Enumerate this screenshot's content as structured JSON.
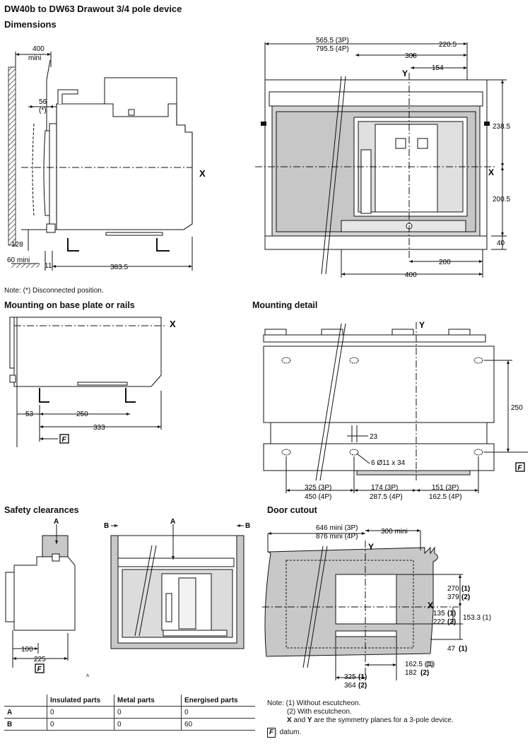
{
  "title": "DW40b to DW63 Drawout 3/4 pole device",
  "subtitle": "Dimensions",
  "sections": {
    "mounting_base": "Mounting on base plate or rails",
    "mounting_detail": "Mounting detail",
    "safety": "Safety clearances",
    "door": "Door cutout"
  },
  "note_disconnected": "Note: (*)  Disconnected position.",
  "side_view": {
    "d400": "400",
    "mini": "mini",
    "d56": "56",
    "star": "(*)",
    "d128": "128",
    "d60mini": "60 mini",
    "d11": "11",
    "d383": "383.5",
    "x": "X"
  },
  "front_view": {
    "d565": "565.5 (3P)",
    "d795": "795.5 (4P)",
    "d220": "220.5",
    "d308": "308",
    "d154": "154",
    "y": "Y",
    "x": "X",
    "d238": "238.5",
    "d200v": "200.5",
    "d40": "40",
    "d200": "200",
    "d400": "400"
  },
  "mount_side": {
    "x": "X",
    "d53": "53",
    "d250": "250",
    "d333": "333",
    "f": "F"
  },
  "mount_detail": {
    "y": "Y",
    "d250": "250",
    "d23": "23",
    "hole": "6 Ø11 x 34",
    "f": "F",
    "d325": "325 (3P)",
    "d450": "450 (4P)",
    "d174": "174 (3P)",
    "d287": "287.5 (4P)",
    "d151": "151 (3P)",
    "d162": "162.5 (4P)"
  },
  "safety_view": {
    "a": "A",
    "b": "B",
    "d100": "100",
    "d225": "225",
    "f": "F",
    "small": "A"
  },
  "clearance_table": {
    "headers": [
      "",
      "Insulated parts",
      "Metal parts",
      "Energised parts"
    ],
    "rows": [
      [
        "A",
        "0",
        "0",
        "0"
      ],
      [
        "B",
        "0",
        "0",
        "60"
      ]
    ]
  },
  "door_view": {
    "d646": "646 mini (3P)",
    "d876": "876 mini (4P)",
    "d300": "300 mini",
    "y": "Y",
    "x": "X",
    "d270": "270",
    "n1": "(1)",
    "d379": "379",
    "n2": "(2)",
    "d135": "135",
    "d222": "222",
    "d153": "153.3 (1)",
    "d47": "47",
    "d162": "162.5 (1)",
    "d182": "182",
    "d325": "325",
    "d364": "364"
  },
  "notes": {
    "line1": "Note: (1) Without escutcheon.",
    "line2": "(2) With escutcheon.",
    "line3a": "X",
    "line3b": " and ",
    "line3c": "Y",
    "line3d": " are the symmetry planes for a 3-pole device.",
    "f": "F",
    "datum": ": datum."
  }
}
